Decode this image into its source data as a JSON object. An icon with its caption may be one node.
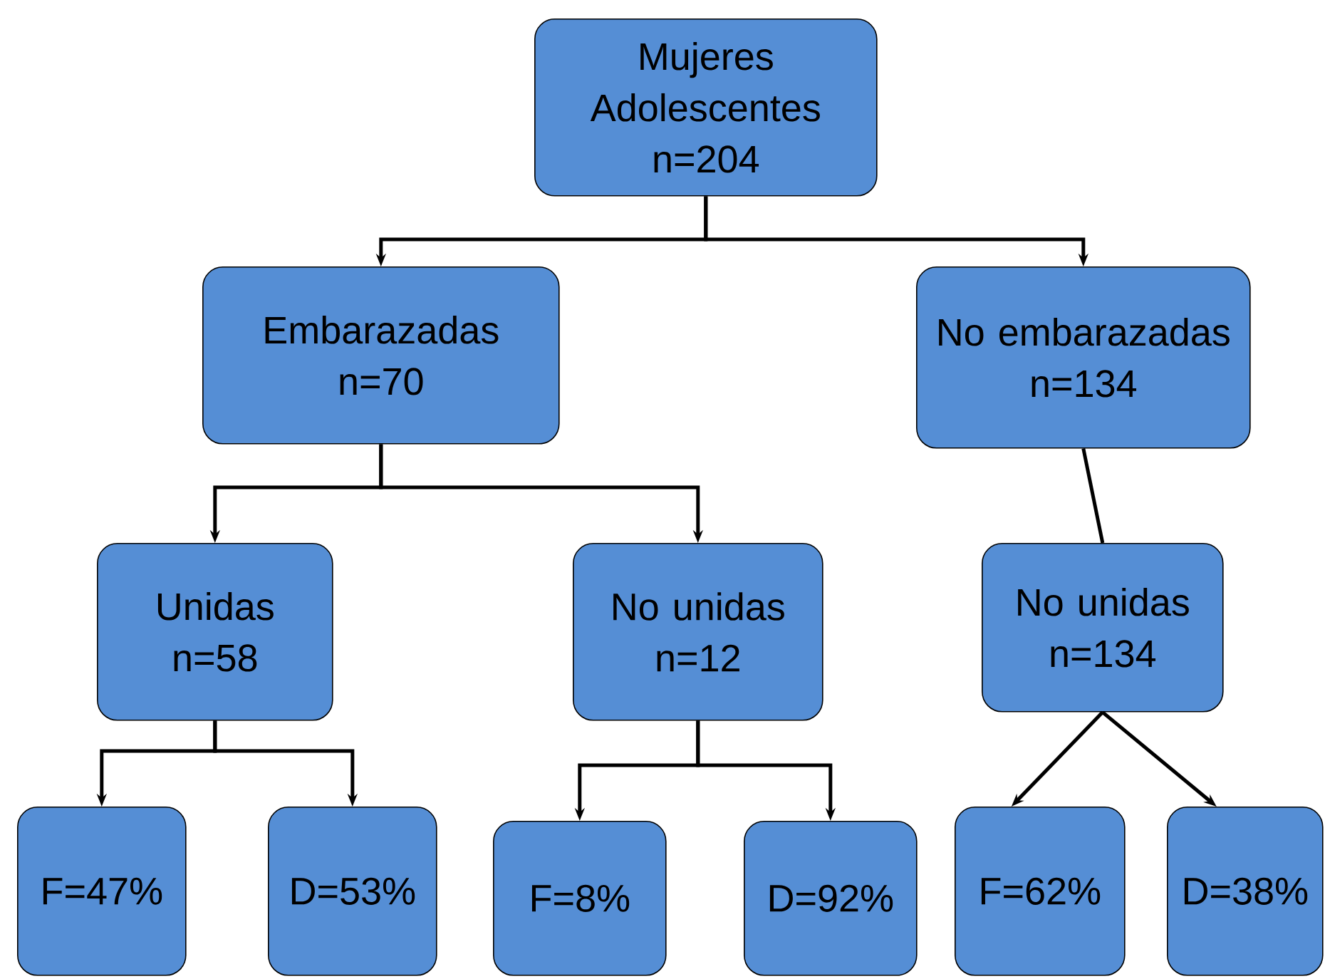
{
  "diagram": {
    "nodes": [
      {
        "text": [
          "Mujeres Adolescentes",
          "n=204"
        ]
      },
      {
        "text": [
          "Embarazadas",
          "n=70"
        ]
      },
      {
        "text": [
          "No embarazadas",
          "n=134"
        ]
      },
      {
        "text": [
          "Unidas",
          "n=58"
        ]
      },
      {
        "text": [
          "No unidas",
          "n=12"
        ]
      },
      {
        "text": [
          "No unidas",
          "n=134"
        ]
      },
      {
        "text": [
          "F=47%"
        ]
      },
      {
        "text": [
          "D=53%"
        ]
      },
      {
        "text": [
          "F=8%"
        ]
      },
      {
        "text": [
          "D=92%"
        ]
      },
      {
        "text": [
          "F=62%"
        ]
      },
      {
        "text": [
          "D=38%"
        ]
      }
    ],
    "edges": [
      {
        "from": 0,
        "to": 1,
        "arrow": "to"
      },
      {
        "from": 0,
        "to": 2,
        "arrow": "to"
      },
      {
        "from": 1,
        "to": 3,
        "arrow": "to"
      },
      {
        "from": 1,
        "to": 4,
        "arrow": "to"
      },
      {
        "from": 2,
        "to": 5,
        "arrow": "none"
      },
      {
        "from": 3,
        "to": 6,
        "arrow": "to"
      },
      {
        "from": 3,
        "to": 7,
        "arrow": "to"
      },
      {
        "from": 4,
        "to": 8,
        "arrow": "to"
      },
      {
        "from": 4,
        "to": 9,
        "arrow": "to"
      },
      {
        "from": 5,
        "to": 10,
        "arrow": "to"
      },
      {
        "from": 5,
        "to": 11,
        "arrow": "to"
      }
    ]
  }
}
